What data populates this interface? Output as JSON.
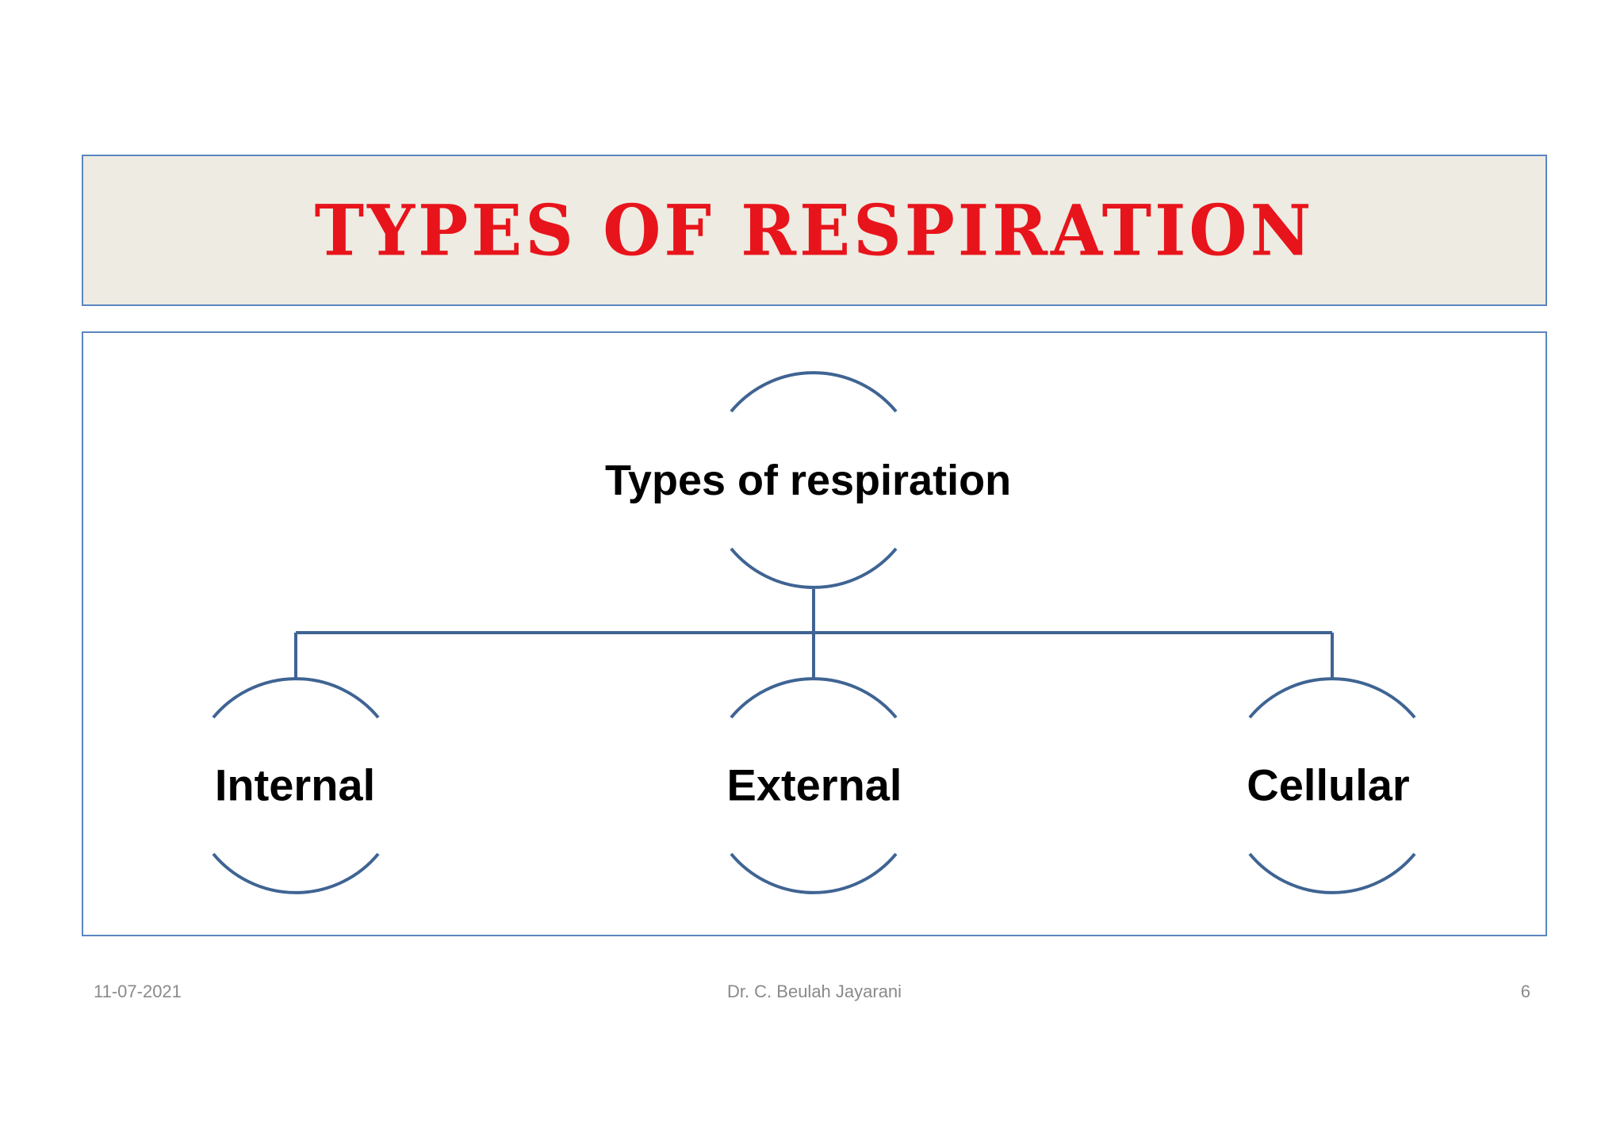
{
  "slide": {
    "title": "Types of Respiration"
  },
  "diagram": {
    "root": "Types of respiration",
    "children": [
      "Internal",
      "External",
      "Cellular"
    ],
    "line_color": "#3f6493"
  },
  "footer": {
    "date": "11-07-2021",
    "author": "Dr. C. Beulah Jayarani",
    "page": "6"
  },
  "colors": {
    "title": "#e8141b",
    "title_background": "#eeebe2",
    "border": "#5b86c0"
  }
}
